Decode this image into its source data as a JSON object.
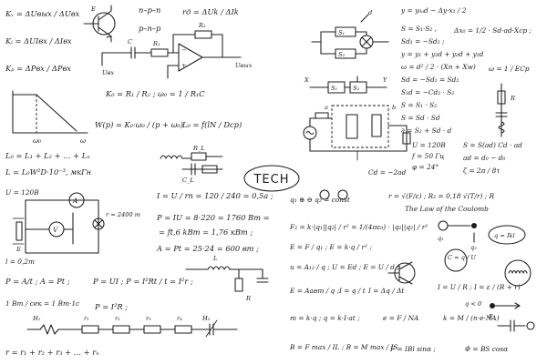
{
  "center": {
    "label": "TECH"
  },
  "left_column": {
    "kv": "Kᵥ = ΔUвых / ΔUвх",
    "ki": "Kᵢ = ΔUIвх / ΔIвх",
    "kp": "Kₚ = ΔPвх / ΔPвх",
    "rd": "rд = ΔUk / ΔIk",
    "npn": "n–p–n",
    "pnp": "p–n–p",
    "ko": "K₀ = R₁ / R₂ ;  ω₀ = 1 / R₁C",
    "wp": "W(p) = K₀·ω₀ / (p + ω₀)",
    "lo": "L₀ = f(lN / Dcp)",
    "lsum": "L₀ = L₁ + L₂ + … + Lₙ",
    "lw": "L = L₀W²D·10⁻³, мкГн",
    "u120": "U = 120В",
    "ohm_i": "I = U / rn = 120 / 240 = 0,5a ;",
    "power": "P = IU = 8·220 = 1760 Bm =",
    "power2": "= ft,6 kВm = 1,76 кВт ;",
    "work": "A = Pt = 25·24 = 600 вт ;",
    "rheo": "r = 2400 m",
    "p_at": "P = A/t ;  A = Pt ;",
    "p_ui": "P = UI ;  P = I²Rt / t = I²r ;",
    "p_i2r": "P = I²R ;",
    "unit": "1 Bm / сек = 1 Bm·1c",
    "series": "r = r₁ + r₂ + r₃ + … + rₙ",
    "x_label": "ω₀",
    "omega": "ω",
    "uvh": "Uвх",
    "uvyh": "Uвых",
    "h1": "H₁",
    "h2": "H₂",
    "r1": "r₁",
    "r2": "r₂",
    "r3": "r₃",
    "r4": "r₄",
    "rl": "R_L",
    "cl": "C_L",
    "l_label": "L",
    "r_label": "R",
    "c_label": "C",
    "r1_lbl": "R₁",
    "r2_lbl": "R₂",
    "a_lbl": "A",
    "v_lbl": "V",
    "e_lbl": "E",
    "b_lbl": "Б",
    "y_d": "d"
  },
  "right_column": {
    "y1": "y = y₀ₐd − Δy·x₁ / 2",
    "s1": "S = S₁·S₂ ,",
    "sd1": "Sd₁ = −Sd₂ ;",
    "xw": "Δx₀ = 1/2 · Sd·ad·Xcp ;",
    "pair": "y = y₁ + y₂d + y₂d + y₂d",
    "xw2": "ω = d² / 2 · (Xn + Xw)",
    "sd": "Sd = −Sd₁ = Sd₂",
    "s2": "S₁d = −Cd₂ · S₂",
    "s3": "S = S₁ · S₂",
    "s4": "S = Sd · Sd",
    "s5": "∂ = S₂ + Sd · d",
    "u120b": "U = 120B",
    "f50": "f = 50 Гц",
    "phi": "φ = 24°",
    "cd": "Cd = −2ad",
    "ssd": "S = S(ad) Cd · ad",
    "dd": "ad = d₀ − d₀",
    "zeta": "ζ = 2π / 8τ",
    "lcp": "ω = 1 / ECp",
    "x_lbl": "X",
    "y_lbl": "Y",
    "d_lbl": "d",
    "s1_lbl": "S₁",
    "s2_lbl": "S₂",
    "a_lbl": "a",
    "b_lbl": "b"
  },
  "lower_right": {
    "qrow": "q₁ ⊕ ⊖ q₂ = const",
    "r_ef": "r = √(F/ε) ; R₂ = 0,18 √(T/r) ; R",
    "coulomb": "The Law of the Coulomb",
    "f_row": "F₂ = k·|q₁||q₂| / r² = 1/(4πε₀) · |q₁||q₂| / r²",
    "e_row": "E = F / q₁ ;  E = k·q / r² ;",
    "u_row": "u = A₁₂ / q ;  U = Ed ;  E = U / d ;",
    "e_auto": "E = Aавт / q ;",
    "i_row": "I = q / t",
    "i_dq": "I = Δq / Δt",
    "vq": "C = q / U",
    "ikl": "q = Ikl",
    "ohm": "I = U / R ;  I = ε / (R + r)",
    "mkq": "m = k·q ;  q = k·I·at ;",
    "e_fna": "e = F / NA",
    "k_mne": "k = M / (n·e·NA)",
    "b_row": "B = F max / IL ;  B = M max / IS",
    "f_ibl": "F = IBl sinα ;",
    "phi_b": "Φ = BS cosα",
    "q0": "q < 0",
    "c_lbl": "C",
    "q_lbl": "q",
    "q1_lbl": "q₁",
    "q2_lbl": "q₂",
    "e_lbl": "E",
    "s_lbl": "S",
    "l_lbl": "l"
  },
  "icons": {
    "transistor": "transistor-icon",
    "opamp": "op-amp-icon",
    "ammeter": "ammeter-icon",
    "voltmeter": "voltmeter-icon",
    "lamp": "lamp-icon",
    "coil": "coil-icon"
  }
}
